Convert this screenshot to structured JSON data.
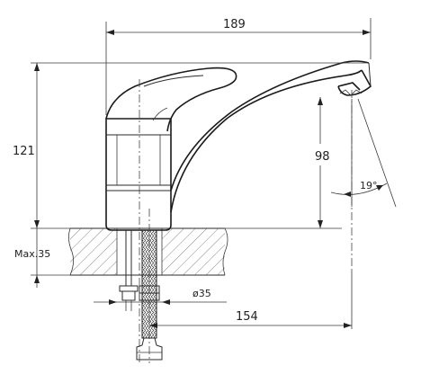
{
  "dimensions": {
    "spout_reach": "189",
    "total_height": "121",
    "spout_height": "98",
    "spout_angle": "19°",
    "max_countertop": "Max.35",
    "hole_diameter": "ø35",
    "outlet_distance": "154"
  }
}
